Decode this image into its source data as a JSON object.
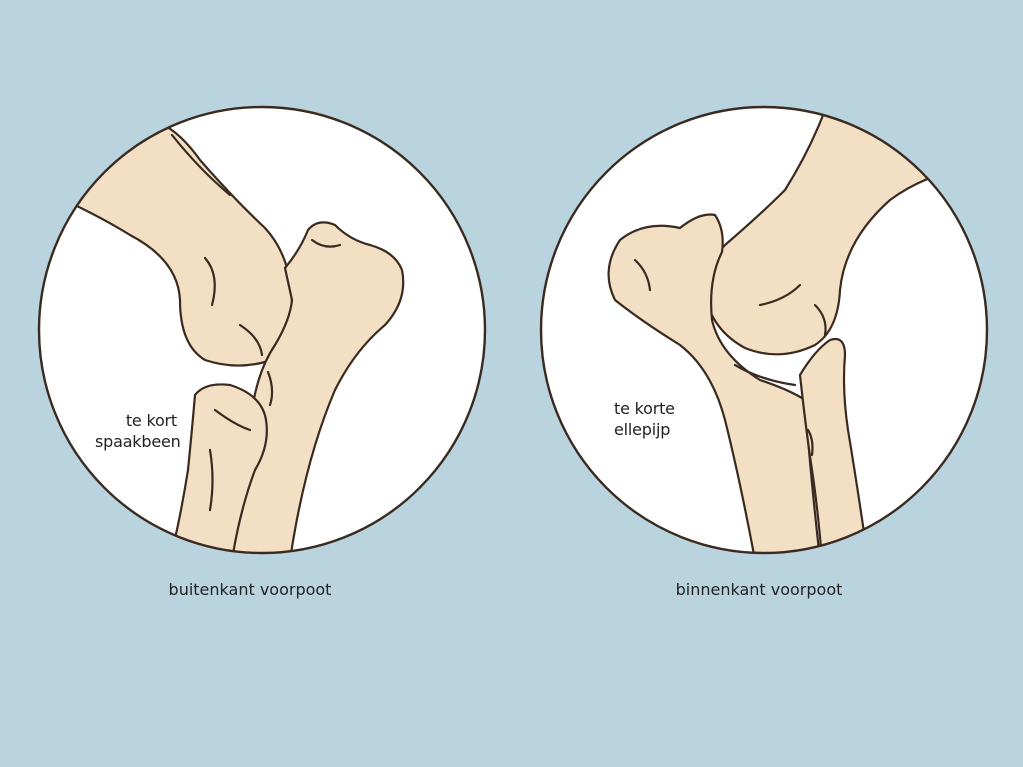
{
  "colors": {
    "background": "#b9d4df",
    "circle_fill": "#ffffff",
    "bone_fill": "#f3dfc3",
    "outline": "#3a2a20"
  },
  "left_panel": {
    "annotation_line1": "te kort",
    "annotation_line2": "spaakbeen",
    "caption": "buitenkant voorpoot"
  },
  "right_panel": {
    "annotation_line1": "te korte",
    "annotation_line2": "ellepijp",
    "caption": "binnenkant voorpoot"
  }
}
